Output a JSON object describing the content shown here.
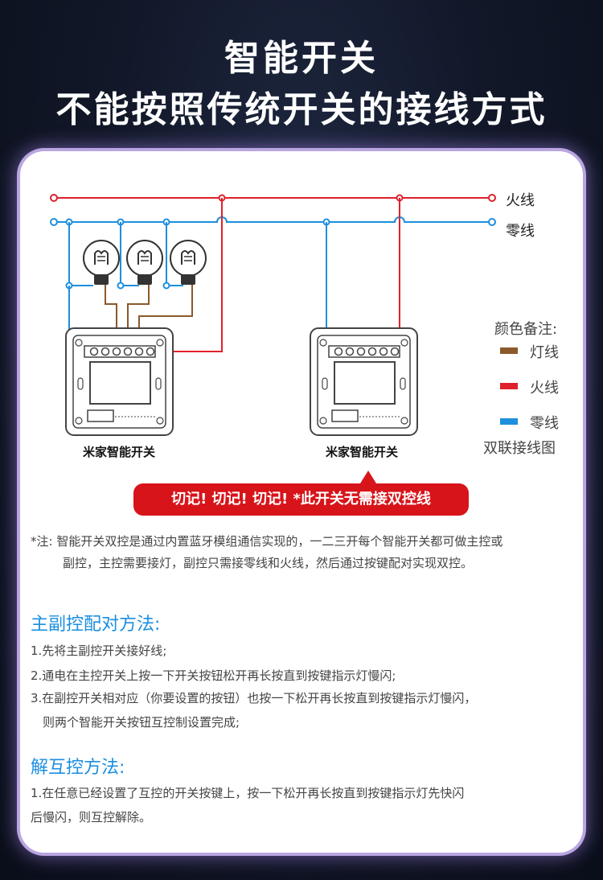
{
  "header": {
    "title_line1": "智能开关",
    "title_line2": "不能按照传统开关的接线方式"
  },
  "diagram": {
    "live_label": "火线",
    "neutral_label": "零线",
    "left_panel_label": "米家智能开关",
    "right_panel_label": "米家智能开关",
    "legend": {
      "title": "颜色备注:",
      "items": [
        {
          "label": "灯线",
          "color": "#8b5a2b"
        },
        {
          "label": "火线",
          "color": "#e0212b"
        },
        {
          "label": "零线",
          "color": "#1e8fdc"
        }
      ]
    },
    "dual_label": "双联接线图",
    "colors": {
      "live": "#e0212b",
      "neutral": "#1e8fdc",
      "lamp": "#8b5a2b"
    }
  },
  "warning": "切记! 切记! 切记! *此开关无需接双控线",
  "note": {
    "line1": "*注: 智能开关双控是通过内置蓝牙模组通信实现的，一二三开每个智能开关都可做主控或",
    "line2": "副控，主控需要接灯，副控只需接零线和火线，然后通过按键配对实现双控。"
  },
  "pairing": {
    "title": "主副控配对方法:",
    "steps": [
      "1.先将主副控开关接好线;",
      "2.通电在主控开关上按一下开关按钮松开再长按直到按键指示灯慢闪;",
      "3.在副控开关相对应（你要设置的按钮）也按一下松开再长按直到按键指示灯慢闪，",
      "则两个智能开关按钮互控制设置完成;"
    ]
  },
  "unpair": {
    "title": "解互控方法:",
    "steps": [
      "1.在任意已经设置了互控的开关按键上，按一下松开再长按直到按键指示灯先快闪",
      "后慢闪，则互控解除。"
    ]
  }
}
